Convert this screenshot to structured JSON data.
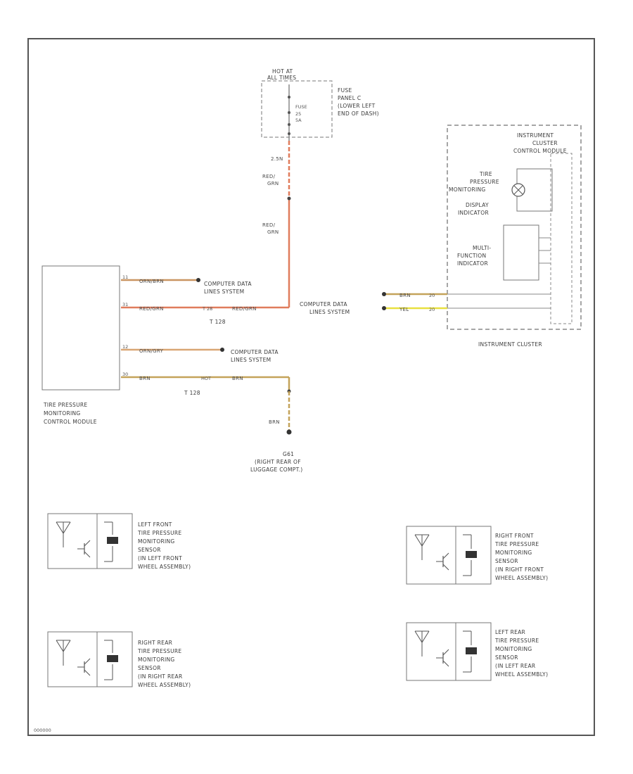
{
  "fuse_box": {
    "hot_label": [
      "HOT AT",
      "ALL TIMES"
    ],
    "fuse_label": [
      "FUSE",
      "25",
      "5A"
    ],
    "panel_label": [
      "FUSE",
      "PANEL C",
      "(LOWER LEFT",
      "END OF DASH)"
    ]
  },
  "wires": {
    "fuse_out_circuit": "2.5N",
    "red_grn_1": [
      "RED/",
      "GRN"
    ],
    "red_grn_2": [
      "RED/",
      "GRN"
    ],
    "wire1_color": "ORN/BRN",
    "wire2_color_a": "RED/GRN",
    "wire2_connector": "T 28",
    "wire2_color_b": "RED/GRN",
    "wire3_color": "ORN/GRY",
    "wire4_color_a": "BRN",
    "wire4_ref": "HOT",
    "wire4_color_b": "BRN",
    "ground_wire_color": "BRN",
    "ic_wire1": "BRN",
    "ic_wire1_pin": "20",
    "ic_wire2": "YEL",
    "ic_wire2_pin": "20"
  },
  "connector_labels": {
    "t_upper": "T 128",
    "t_lower": "T 128"
  },
  "pins": {
    "p1": "11",
    "p2": "31",
    "p3": "12",
    "p4": "30"
  },
  "cdl": {
    "line1": [
      "COMPUTER DATA",
      "LINES SYSTEM"
    ],
    "line3": [
      "COMPUTER DATA",
      "LINES SYSTEM"
    ],
    "ic": [
      "COMPUTER DATA",
      "LINES SYSTEM"
    ]
  },
  "tpm_module": {
    "label": [
      "TIRE PRESSURE",
      "MONITORING",
      "CONTROL MODULE"
    ]
  },
  "ground": {
    "label": [
      "G61",
      "(RIGHT REAR OF",
      "LUGGAGE COMPT.)"
    ]
  },
  "instrument_cluster": {
    "control_label": [
      "INSTRUMENT",
      "CLUSTER",
      "CONTROL MODULE"
    ],
    "tire_indicator_label": [
      "TIRE",
      "PRESSURE",
      "MONITORING",
      "DISPLAY",
      "INDICATOR"
    ],
    "mfi_label": [
      "MULTI-",
      "FUNCTION",
      "INDICATOR"
    ],
    "cluster_label": "INSTRUMENT CLUSTER"
  },
  "sensors": [
    {
      "label": [
        "LEFT FRONT",
        "TIRE PRESSURE",
        "MONITORING",
        "SENSOR",
        "(IN LEFT FRONT",
        "WHEEL ASSEMBLY)"
      ]
    },
    {
      "label": [
        "RIGHT FRONT",
        "TIRE PRESSURE",
        "MONITORING",
        "SENSOR",
        "(IN RIGHT FRONT",
        "WHEEL ASSEMBLY)"
      ]
    },
    {
      "label": [
        "RIGHT REAR",
        "TIRE PRESSURE",
        "MONITORING",
        "SENSOR",
        "(IN RIGHT REAR",
        "WHEEL ASSEMBLY)"
      ]
    },
    {
      "label": [
        "LEFT REAR",
        "TIRE PRESSURE",
        "MONITORING",
        "SENSOR",
        "(IN LEFT REAR",
        "WHEEL ASSEMBLY)"
      ]
    }
  ],
  "footer_code": "000000",
  "colors": {
    "red_grn": "#e07c5c",
    "orn_brn": "#c99561",
    "orn_gry": "#d9a674",
    "brn": "#c4a35a",
    "yel": "#e8e040",
    "frame": "#555555"
  }
}
